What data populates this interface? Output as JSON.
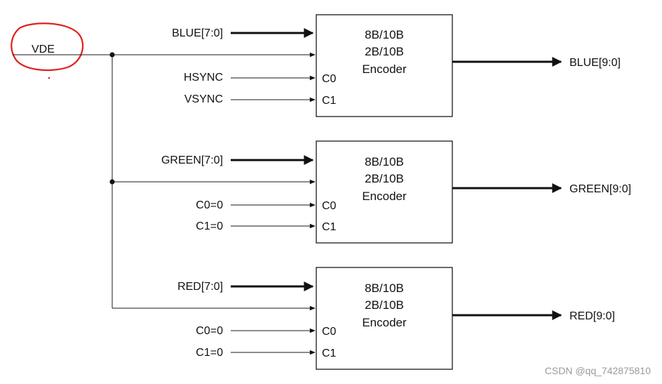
{
  "vde_label": "VDE",
  "blocks": [
    {
      "text": [
        "8B/10B",
        "2B/10B",
        "Encoder"
      ],
      "data_in": "BLUE[7:0]",
      "ctrl": [
        {
          "signal": "HSYNC",
          "port": "C0"
        },
        {
          "signal": "VSYNC",
          "port": "C1"
        }
      ],
      "out": "BLUE[9:0]"
    },
    {
      "text": [
        "8B/10B",
        "2B/10B",
        "Encoder"
      ],
      "data_in": "GREEN[7:0]",
      "ctrl": [
        {
          "signal": "C0=0",
          "port": "C0"
        },
        {
          "signal": "C1=0",
          "port": "C1"
        }
      ],
      "out": "GREEN[9:0]"
    },
    {
      "text": [
        "8B/10B",
        "2B/10B",
        "Encoder"
      ],
      "data_in": "RED[7:0]",
      "ctrl": [
        {
          "signal": "C0=0",
          "port": "C0"
        },
        {
          "signal": "C1=0",
          "port": "C1"
        }
      ],
      "out": "RED[9:0]"
    }
  ],
  "watermark": "CSDN @qq_742875810",
  "colors": {
    "annotation": "#e0201b",
    "line": "#111111",
    "watermark": "#9a9a9a"
  }
}
